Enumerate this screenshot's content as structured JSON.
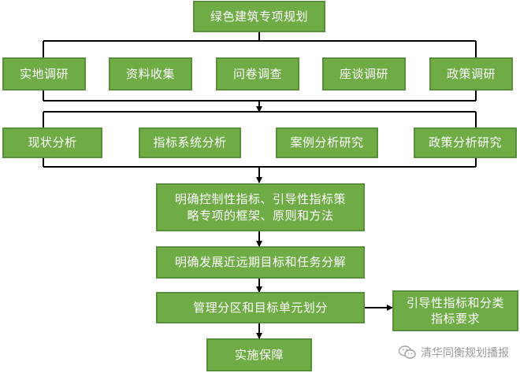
{
  "diagram": {
    "title": "绿色建筑专项规划",
    "research_methods": [
      "实地调研",
      "资料收集",
      "问卷调查",
      "座谈调研",
      "政策调研"
    ],
    "analyses": [
      "现状分析",
      "指标系统分析",
      "案例分析研究",
      "政策分析研究"
    ],
    "steps": {
      "framework": "明确控制性指标、引导性指标策\n略专项的框架、原则和方法",
      "goals": "明确发展近远期目标和任务分解",
      "zoning": "管理分区和目标单元划分",
      "guidance": "引导性指标和分类\n指标要求",
      "implementation": "实施保障"
    }
  },
  "watermark": {
    "icon": "wechat-icon",
    "text": "清华同衡规划播报"
  },
  "colors": {
    "box_fill": "#6fac46",
    "box_border": "#58903a",
    "connector": "#000000"
  }
}
